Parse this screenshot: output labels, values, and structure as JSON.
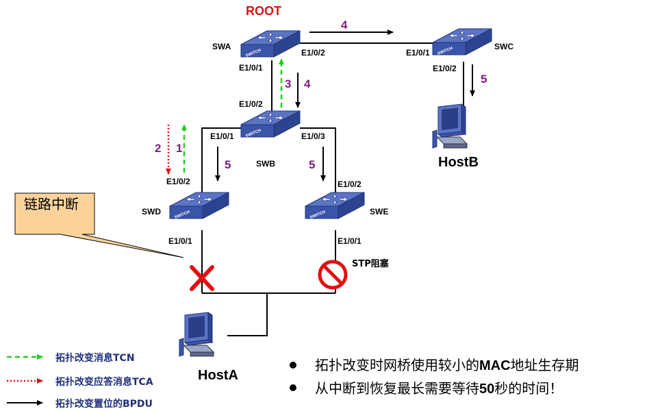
{
  "root_label": "ROOT",
  "switches": {
    "swa": {
      "name": "SWA",
      "port_down": "E1/0/1",
      "port_right": "E1/0/2"
    },
    "swb": {
      "name": "SWB",
      "port_up": "E1/0/2",
      "port_left": "E1/0/1",
      "port_right": "E1/0/3"
    },
    "swc": {
      "name": "SWC",
      "port_left": "E1/0/1",
      "port_down": "E1/0/2"
    },
    "swd": {
      "name": "SWD",
      "port_up": "E1/0/2",
      "port_down": "E1/0/1"
    },
    "swe": {
      "name": "SWE",
      "port_up": "E1/0/2",
      "port_down": "E1/0/1"
    },
    "chip_label": "SWITCH"
  },
  "hosts": {
    "a": "HostA",
    "b": "HostB"
  },
  "step_numbers": {
    "s1": "1",
    "s2": "2",
    "s3": "3",
    "s4_down": "4",
    "s4_right": "4",
    "s5_swb_left": "5",
    "s5_swb_right": "5",
    "s5_swc": "5"
  },
  "callout_text": "链路中断",
  "stp_blocked_label": "STP阻塞",
  "legend": [
    {
      "label": "拓扑改变消息TCN",
      "color": "#22cc22",
      "style": "dashed"
    },
    {
      "label": "拓扑改变应答消息TCA",
      "color": "#e01010",
      "style": "dotted"
    },
    {
      "label": "拓扑改变置位的BPDU",
      "color": "#000000",
      "style": "solid"
    }
  ],
  "bullets": [
    {
      "text": "拓扑改变时网桥使用较小的",
      "bold": "MAC",
      "rest": "地址生存期"
    },
    {
      "text": "从中断到恢复最长需要等待",
      "bold": "50",
      "rest": "秒的时间！"
    }
  ],
  "colors": {
    "switch_blue": "#3a54a8",
    "tcn_green": "#22cc22",
    "tca_red": "#e01010",
    "step_purple": "#7a1f7a",
    "callout_fill": "#fbd39a"
  }
}
